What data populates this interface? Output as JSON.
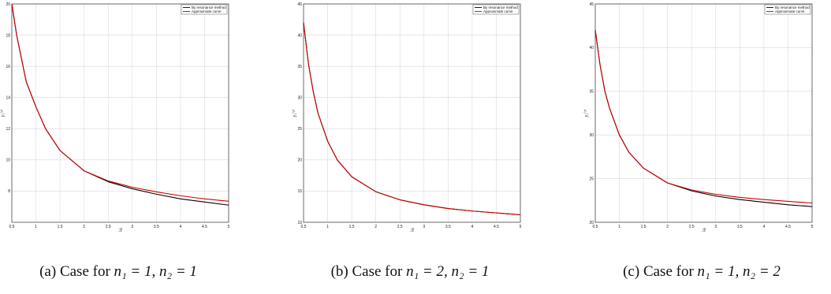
{
  "chart_data": [
    {
      "type": "line",
      "panel_label": "(a)",
      "caption_text": "Case for ",
      "caption_math": "n₁ = 1, n₂ = 1",
      "xlabel": "ℛ",
      "ylabel": "γ₁⁽¹⁾",
      "xlim": [
        0.5,
        5
      ],
      "ylim": [
        6,
        20
      ],
      "xticks": [
        "0.5",
        "1",
        "1.5",
        "2",
        "2.5",
        "3",
        "3.5",
        "4",
        "4.5",
        "5"
      ],
      "yticks": [
        "8",
        "10",
        "12",
        "14",
        "16",
        "18",
        "20"
      ],
      "grid": true,
      "legend_position": "top-right",
      "series": [
        {
          "name": "By resonance method",
          "color": "#000000",
          "x": [
            0.5,
            0.6,
            0.7,
            0.8,
            1.0,
            1.2,
            1.5,
            2.0,
            2.5,
            3.0,
            3.5,
            4.0,
            4.5,
            5.0
          ],
          "y": [
            20.0,
            18.0,
            16.5,
            15.0,
            13.4,
            12.0,
            10.6,
            9.3,
            8.6,
            8.15,
            7.8,
            7.5,
            7.3,
            7.1
          ]
        },
        {
          "name": "Approximate curve",
          "color": "#cc0000",
          "x": [
            0.5,
            0.6,
            0.7,
            0.8,
            1.0,
            1.2,
            1.5,
            2.0,
            2.5,
            3.0,
            3.5,
            4.0,
            4.5,
            5.0
          ],
          "y": [
            20.0,
            18.0,
            16.5,
            15.0,
            13.4,
            12.0,
            10.6,
            9.3,
            8.65,
            8.25,
            7.95,
            7.7,
            7.5,
            7.35
          ]
        }
      ]
    },
    {
      "type": "line",
      "panel_label": "(b)",
      "caption_text": "Case for ",
      "caption_math": "n₁ = 2, n₂ = 1",
      "xlabel": "ℛ",
      "ylabel": "γ₁⁽²⁾",
      "xlim": [
        0.5,
        5
      ],
      "ylim": [
        10,
        45
      ],
      "xticks": [
        "0.5",
        "1",
        "1.5",
        "2",
        "2.5",
        "3",
        "3.5",
        "4",
        "4.5",
        "5"
      ],
      "yticks": [
        "10",
        "15",
        "20",
        "25",
        "30",
        "35",
        "40",
        "45"
      ],
      "grid": true,
      "legend_position": "top-right",
      "series": [
        {
          "name": "By resonance method",
          "color": "#000000",
          "x": [
            0.5,
            0.6,
            0.7,
            0.8,
            1.0,
            1.2,
            1.5,
            2.0,
            2.5,
            3.0,
            3.5,
            4.0,
            4.5,
            5.0
          ],
          "y": [
            42.0,
            35.5,
            31.0,
            27.5,
            23.0,
            20.0,
            17.3,
            14.9,
            13.6,
            12.8,
            12.2,
            11.8,
            11.5,
            11.2
          ]
        },
        {
          "name": "Approximate curve",
          "color": "#cc0000",
          "x": [
            0.5,
            0.6,
            0.7,
            0.8,
            1.0,
            1.2,
            1.5,
            2.0,
            2.5,
            3.0,
            3.5,
            4.0,
            4.5,
            5.0
          ],
          "y": [
            42.0,
            35.5,
            31.0,
            27.5,
            23.0,
            20.0,
            17.3,
            14.9,
            13.6,
            12.8,
            12.2,
            11.8,
            11.5,
            11.2
          ]
        }
      ]
    },
    {
      "type": "line",
      "panel_label": "(c)",
      "caption_text": "Case for ",
      "caption_math": "n₁ = 1, n₂ = 2",
      "xlabel": "ℛ",
      "ylabel": "γ₁⁽³⁾",
      "xlim": [
        0.5,
        5
      ],
      "ylim": [
        20,
        45
      ],
      "xticks": [
        "0.5",
        "1",
        "1.5",
        "2",
        "2.5",
        "3",
        "3.5",
        "4",
        "4.5",
        "5"
      ],
      "yticks": [
        "20",
        "25",
        "30",
        "35",
        "40",
        "45"
      ],
      "grid": true,
      "legend_position": "top-right",
      "series": [
        {
          "name": "By resonance method",
          "color": "#000000",
          "x": [
            0.5,
            0.6,
            0.7,
            0.8,
            1.0,
            1.2,
            1.5,
            2.0,
            2.5,
            3.0,
            3.5,
            4.0,
            4.5,
            5.0
          ],
          "y": [
            42.0,
            38.0,
            35.0,
            33.0,
            30.0,
            28.0,
            26.2,
            24.5,
            23.6,
            23.0,
            22.6,
            22.3,
            22.0,
            21.8
          ]
        },
        {
          "name": "Approximate curve",
          "color": "#cc0000",
          "x": [
            0.5,
            0.6,
            0.7,
            0.8,
            1.0,
            1.2,
            1.5,
            2.0,
            2.5,
            3.0,
            3.5,
            4.0,
            4.5,
            5.0
          ],
          "y": [
            42.0,
            38.0,
            35.0,
            33.0,
            30.0,
            28.0,
            26.2,
            24.5,
            23.7,
            23.2,
            22.85,
            22.6,
            22.4,
            22.2
          ]
        }
      ]
    }
  ]
}
